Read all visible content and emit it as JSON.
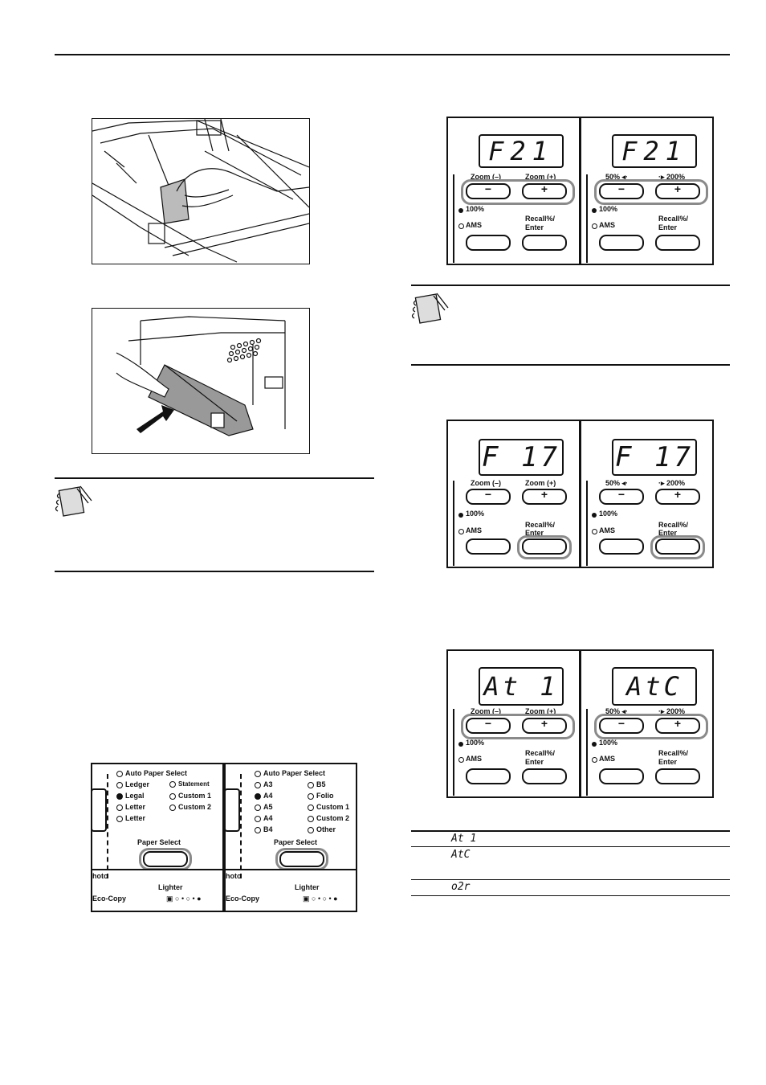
{
  "panels": {
    "zoom_minus_label": "Zoom (–)",
    "zoom_plus_label": "Zoom (+)",
    "pct50_label": "50% ◂·",
    "pct200_label": "·▸ 200%",
    "pct100_label": "100%",
    "ams_label": "AMS",
    "recall_label": "Recall%/",
    "enter_label": "Enter",
    "minus_symbol": "−",
    "plus_symbol": "+",
    "display_f21": "F21",
    "display_f17": "F 17",
    "display_at1": "At 1",
    "display_atc": "AtC"
  },
  "paper_panel_inch": {
    "auto": "Auto Paper Select",
    "items_left": [
      "Ledger",
      "Legal",
      "Letter",
      "Letter"
    ],
    "items_right": [
      "Statement",
      "Custom 1",
      "Custom 2"
    ],
    "paper_select": "Paper Select",
    "photo": "hoto",
    "lighter": "Lighter",
    "eco": "Eco-Copy"
  },
  "paper_panel_metric": {
    "auto": "Auto Paper Select",
    "items_left": [
      "A3",
      "A4",
      "A5",
      "A4",
      "B4"
    ],
    "items_right": [
      "B5",
      "Folio",
      "Custom 1",
      "Custom 2",
      "Other"
    ],
    "paper_select": "Paper Select",
    "photo": "hoto",
    "lighter": "Lighter",
    "eco": "Eco-Copy"
  },
  "codes": [
    "At 1",
    "AtC",
    "o2r"
  ],
  "icons": [
    "note-icon",
    "note-icon"
  ]
}
